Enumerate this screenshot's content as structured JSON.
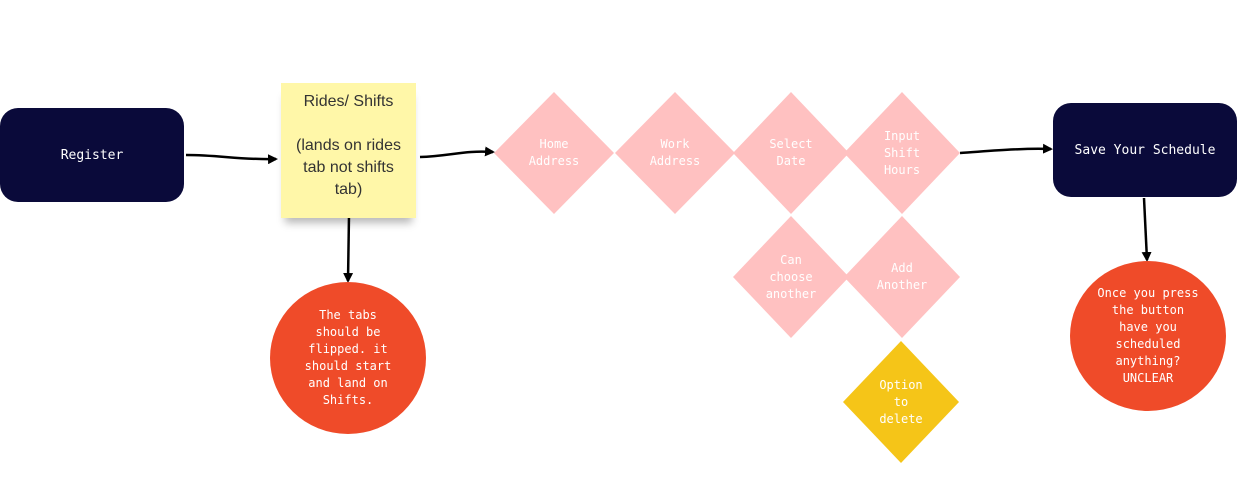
{
  "colors": {
    "dark_box": "#0a0a3a",
    "sticky_yellow": "#fff7a8",
    "pink_diamond": "#ffc1c1",
    "orange_circle": "#ef4b29",
    "yellow_diamond": "#f5c518",
    "arrow": "#000000"
  },
  "nodes": {
    "register": {
      "label": "Register",
      "shape": "rounded-rectangle"
    },
    "rides_shifts": {
      "label": "Rides/ Shifts\n\n(lands on rides tab not shifts tab)",
      "shape": "sticky-note"
    },
    "tabs_note": {
      "label": "The tabs\nshould be\nflipped. it\nshould start\nand land on\nShifts.",
      "shape": "circle"
    },
    "home_address": {
      "label": "Home\nAddress",
      "shape": "diamond"
    },
    "work_address": {
      "label": "Work\nAddress",
      "shape": "diamond"
    },
    "select_date": {
      "label": "Select\nDate",
      "shape": "diamond"
    },
    "input_shift_hours": {
      "label": "Input\nShift\nHours",
      "shape": "diamond"
    },
    "can_choose_another": {
      "label": "Can\nchoose\nanother",
      "shape": "diamond"
    },
    "add_another": {
      "label": "Add\nAnother",
      "shape": "diamond"
    },
    "option_to_delete": {
      "label": "Option\nto\ndelete",
      "shape": "diamond"
    },
    "save_schedule": {
      "label": "Save Your Schedule",
      "shape": "rounded-rectangle"
    },
    "unclear_note": {
      "label": "Once you press\nthe button\nhave you\nscheduled\nanything?\nUNCLEAR",
      "shape": "circle"
    }
  },
  "edges": [
    {
      "from": "register",
      "to": "rides_shifts"
    },
    {
      "from": "rides_shifts",
      "to": "home_address"
    },
    {
      "from": "rides_shifts",
      "to": "tabs_note"
    },
    {
      "from": "input_shift_hours",
      "to": "save_schedule"
    },
    {
      "from": "save_schedule",
      "to": "unclear_note"
    }
  ]
}
